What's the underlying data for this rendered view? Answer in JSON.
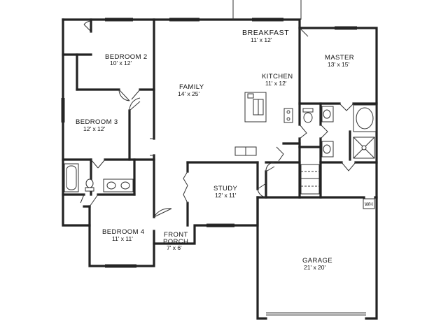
{
  "rooms": {
    "breakfast": {
      "name": "BREAKFAST",
      "dim": "11' x 12'"
    },
    "bedroom2": {
      "name": "BEDROOM 2",
      "dim": "10' x 12'"
    },
    "master": {
      "name": "MASTER",
      "dim": "13' x 15'"
    },
    "kitchen": {
      "name": "KITCHEN",
      "dim": "11' x 12'"
    },
    "family": {
      "name": "FAMILY",
      "dim": "14' x 25'"
    },
    "bedroom3": {
      "name": "BEDROOM 3",
      "dim": "12' x 12'"
    },
    "study": {
      "name": "STUDY",
      "dim": "12' x 11'"
    },
    "bedroom4": {
      "name": "BEDROOM 4",
      "dim": "11' x 11'"
    },
    "front_porch": {
      "name_line1": "FRONT",
      "name_line2": "PORCH",
      "dim": "7' x 6'"
    },
    "garage": {
      "name": "GARAGE",
      "dim": "21' x 20'"
    }
  },
  "fixtures": {
    "water_heater": "WH"
  }
}
